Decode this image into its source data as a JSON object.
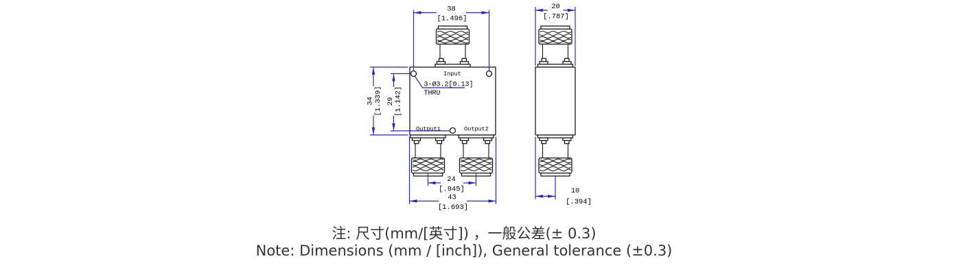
{
  "note": {
    "zh": "注: 尺寸(mm/[英寸]) ，一般公差(± 0.3)",
    "en": "Note: Dimensions (mm / [inch]), General tolerance (±0.3)"
  },
  "port_labels": {
    "input": "Input",
    "output1": "Output1",
    "output2": "Output2"
  },
  "hole_callout": {
    "text": "3-Ø3.2[0.13]",
    "thru": "THRU"
  },
  "dims": {
    "d38": {
      "mm": "38",
      "inch": "[1.496]"
    },
    "d20": {
      "mm": "20",
      "inch": "[.787]"
    },
    "d34": {
      "mm": "34",
      "inch": "[1.339]"
    },
    "d29": {
      "mm": "29",
      "inch": "[1.142]"
    },
    "d24": {
      "mm": "24",
      "inch": "[.945]"
    },
    "d43": {
      "mm": "43",
      "inch": "[1.693]"
    },
    "d10": {
      "mm": "10",
      "inch": "[.394]"
    }
  },
  "colors": {
    "dimension_line": "#2222dd",
    "outline": "#111111",
    "note_text": "#333333",
    "background": "#ffffff"
  }
}
